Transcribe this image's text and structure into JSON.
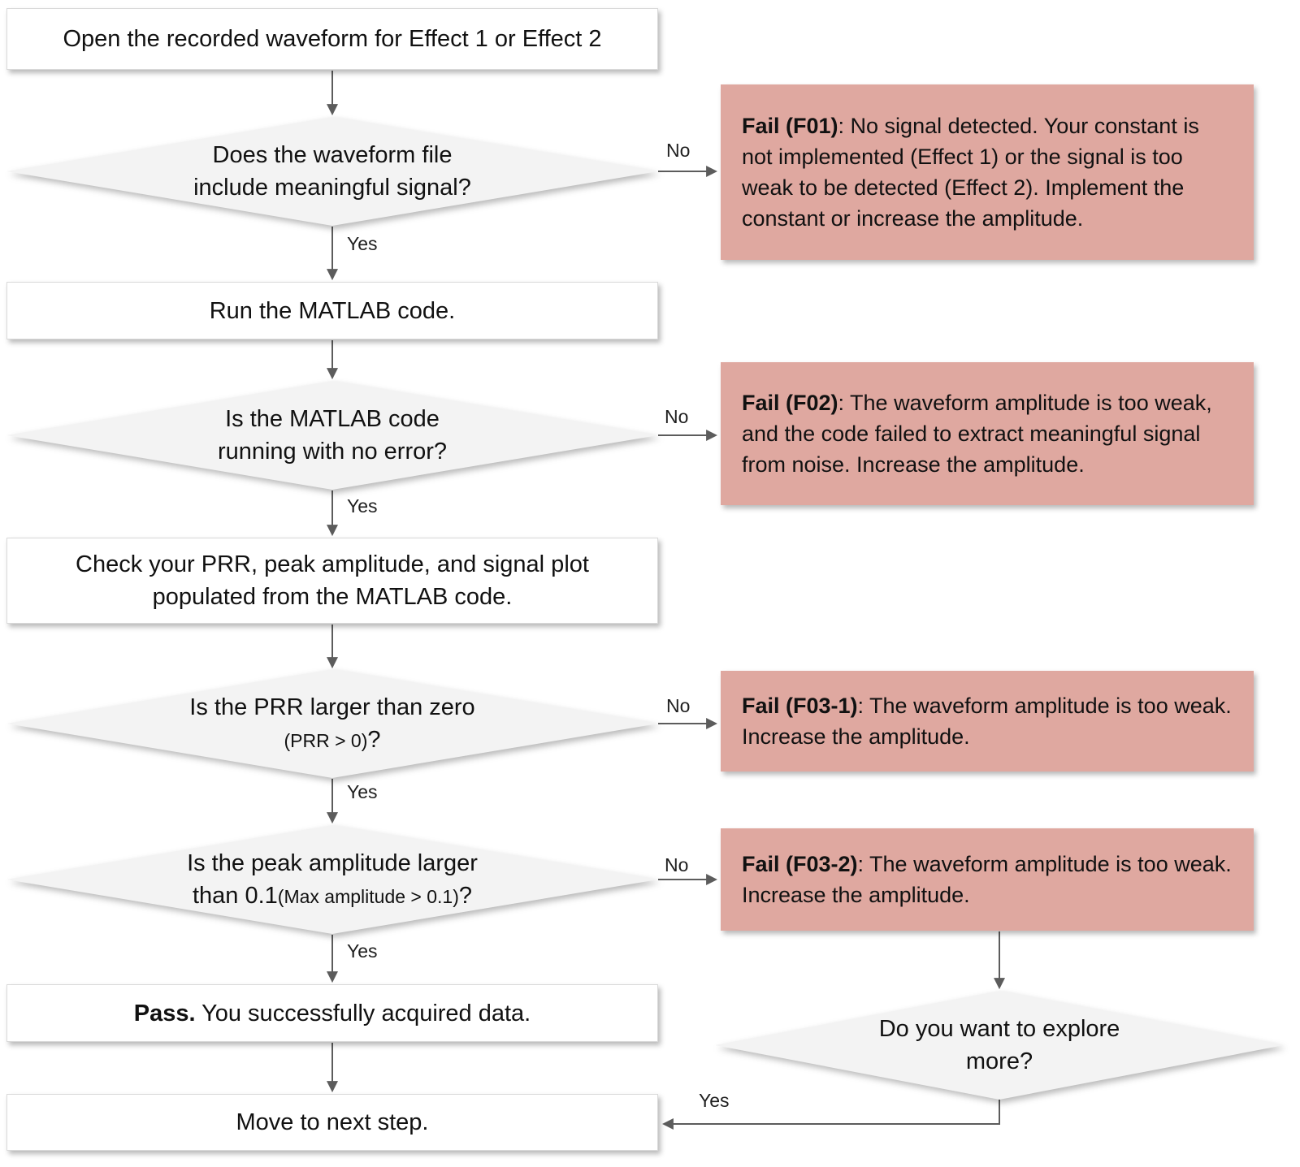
{
  "flowchart": {
    "nodes": {
      "start": {
        "label": "Open the recorded waveform for Effect 1 or Effect 2"
      },
      "d1": {
        "line1": "Does the waveform file",
        "line2": "include meaningful signal?"
      },
      "f01": {
        "bold": "Fail (F01)",
        "text": ": No signal detected. Your constant is not implemented (Effect 1) or the signal is too weak to be detected (Effect 2). Implement the constant or increase the amplitude."
      },
      "run": {
        "label": "Run the MATLAB code."
      },
      "d2": {
        "line1": "Is the MATLAB code",
        "line2": "running with no error?"
      },
      "f02": {
        "bold": "Fail (F02)",
        "text": ": The waveform amplitude is too weak, and the code failed to extract meaningful signal from noise. Increase the amplitude."
      },
      "check": {
        "line1": "Check your PRR, peak amplitude, and signal plot",
        "line2": "populated from the MATLAB code."
      },
      "d3": {
        "line1": "Is the PRR  larger than zero",
        "line2_small": "(PRR > 0)",
        "line2_suffix": "?"
      },
      "f03_1": {
        "bold": "Fail (F03-1)",
        "text": ": The waveform amplitude is too weak. Increase the amplitude."
      },
      "d4": {
        "line1": "Is the peak amplitude larger",
        "line2_normal": "than 0.1",
        "line2_small": "(Max amplitude > 0.1)",
        "line2_suffix": "?"
      },
      "f03_2": {
        "bold": "Fail (F03-2)",
        "text": ": The waveform amplitude is too weak. Increase the amplitude."
      },
      "pass": {
        "bold": "Pass.",
        "text": " You successfully acquired data."
      },
      "d5": {
        "line1": "Do you want to explore",
        "line2": "more?"
      },
      "move": {
        "label": "Move to next step."
      }
    },
    "labels": {
      "yes1": "Yes",
      "yes2": "Yes",
      "yes3": "Yes",
      "yes4": "Yes",
      "yes5": "Yes",
      "no1": "No",
      "no2": "No",
      "no3": "No",
      "no4": "No"
    },
    "colors": {
      "fail_box": "#dfa8a0",
      "decision_diamond": "#f3f3f3",
      "process_box": "#ffffff",
      "arrow": "#5c5c5c",
      "text": "#111111"
    }
  }
}
